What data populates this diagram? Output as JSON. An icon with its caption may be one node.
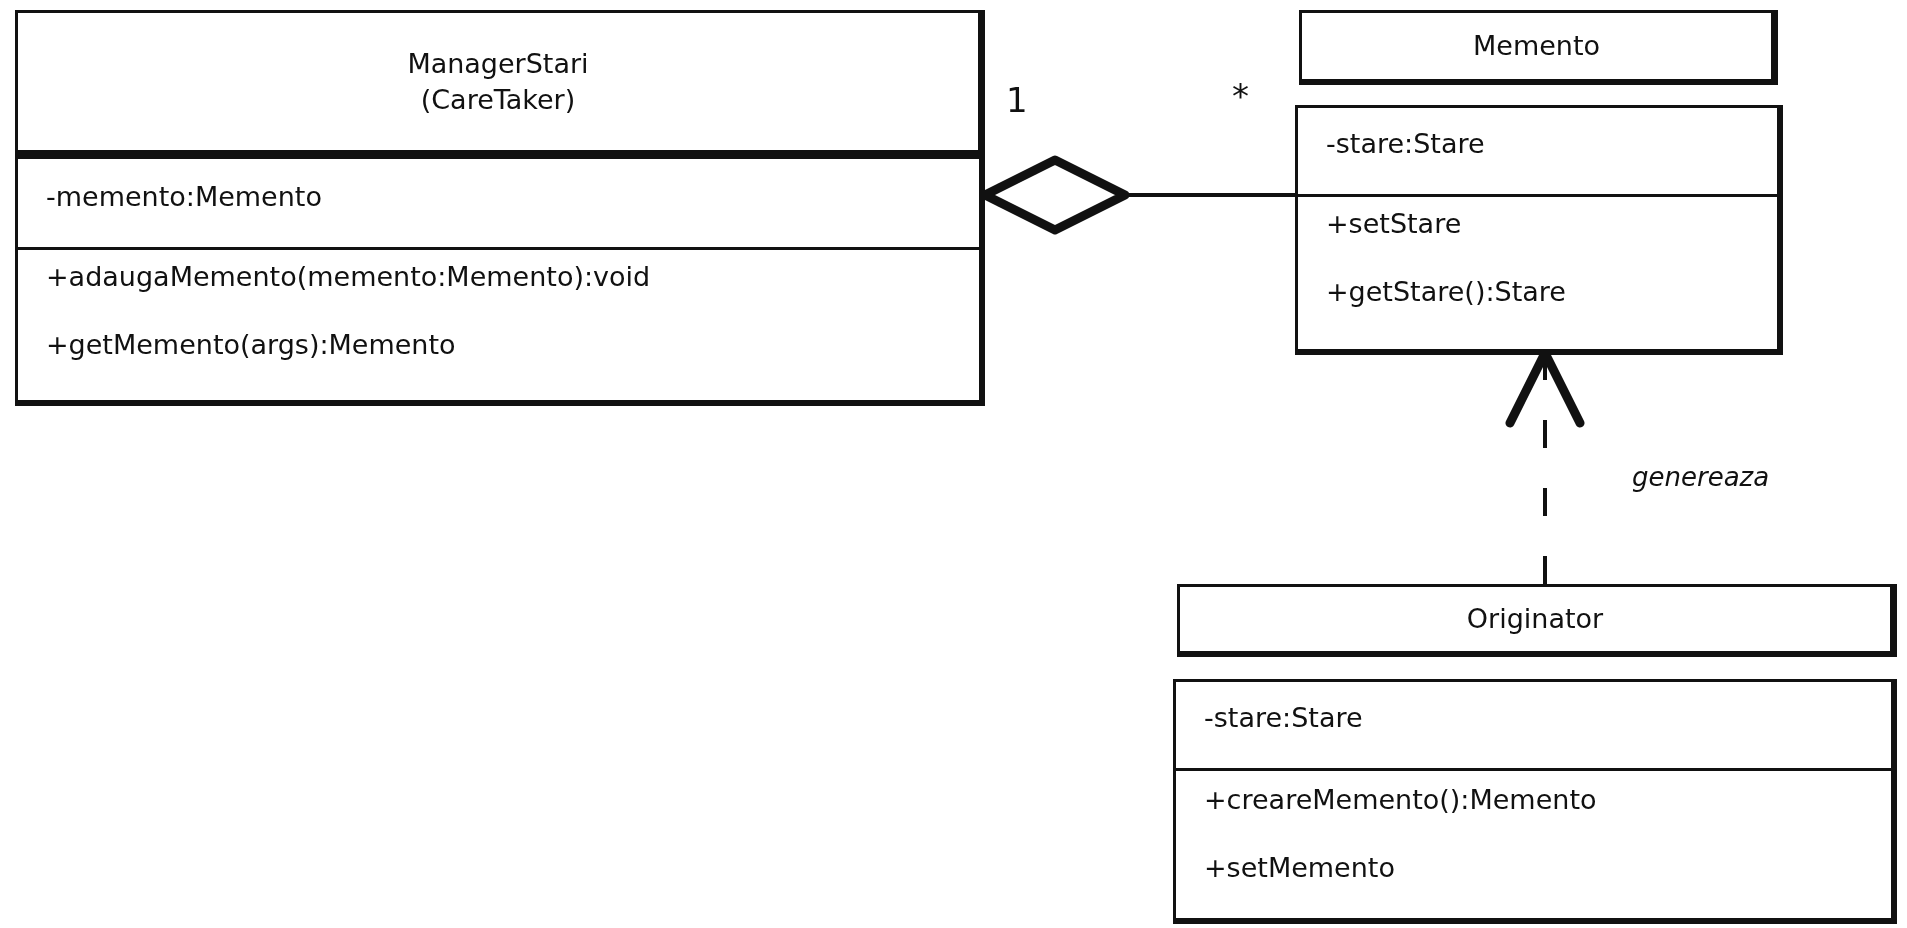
{
  "diagram": {
    "nodes": [
      {
        "text": [
          "ManagerStari (CareTaker)",
          "-memento:Memento",
          "+adaugaMemento(memento:Memento):void",
          "+getMemento(args):Memento"
        ]
      },
      {
        "text": [
          "Memento",
          "-stare:Stare",
          "+setStare",
          "+getStare():Stare"
        ]
      },
      {
        "text": [
          "Originator",
          "-stare:Stare",
          "+creareMemento():Memento",
          "+setMemento"
        ]
      }
    ],
    "edges": [
      {
        "from": 1,
        "to": 0,
        "arrow": "other"
      },
      {
        "from": 2,
        "to": 1,
        "arrow": "to",
        "style": "dashed",
        "label": "genereaza"
      }
    ],
    "labels": [
      "1",
      "*"
    ]
  }
}
